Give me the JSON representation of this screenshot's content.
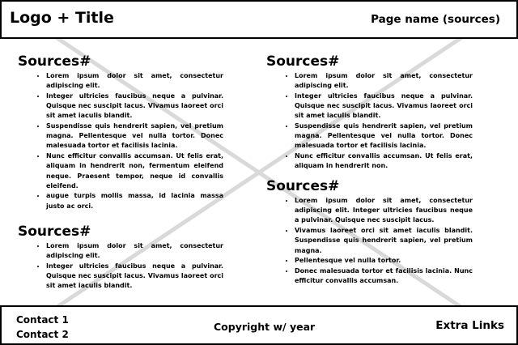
{
  "header": {
    "title": "Logo + Title",
    "page_name": "Page name (sources)"
  },
  "sections": [
    {
      "heading": "Sources#",
      "items": [
        "Lorem ipsum dolor sit amet, consectetur adipiscing elit.",
        "Integer ultricies faucibus neque a pulvinar. Quisque nec suscipit lacus. Vivamus laoreet orci sit amet iaculis blandit.",
        "Suspendisse quis hendrerit sapien, vel pretium magna. Pellentesque vel nulla tortor. Donec malesuada tortor et facilisis lacinia.",
        "Nunc efficitur convallis accumsan. Ut felis erat, aliquam in hendrerit non, fermentum eleifend neque. Praesent tempor, neque id convallis eleifend.",
        "augue turpis mollis massa, id lacinia massa justo ac orci."
      ]
    },
    {
      "heading": "Sources#",
      "items": [
        "Lorem ipsum dolor sit amet, consectetur adipiscing elit.",
        "Integer ultricies faucibus neque a pulvinar. Quisque nec suscipit lacus. Vivamus laoreet orci sit amet iaculis blandit."
      ]
    },
    {
      "heading": "Sources#",
      "items": [
        "Lorem ipsum dolor sit amet, consectetur adipiscing elit.",
        "Integer ultricies faucibus neque a pulvinar. Quisque nec suscipit lacus. Vivamus laoreet orci sit amet iaculis blandit.",
        "Suspendisse quis hendrerit sapien, vel pretium magna. Pellentesque vel nulla tortor. Donec malesuada tortor et facilisis lacinia.",
        "Nunc efficitur convallis accumsan. Ut felis erat, aliquam in hendrerit non."
      ]
    },
    {
      "heading": "Sources#",
      "items": [
        "Lorem ipsum dolor sit amet, consectetur adipiscing elit. Integer ultricies faucibus neque a pulvinar. Quisque nec suscipit lacus.",
        "Vivamus laoreet orci sit amet iaculis blandit. Suspendisse quis hendrerit sapien, vel pretium magna.",
        "Pellentesque vel nulla tortor.",
        "Donec malesuada tortor et facilisis lacinia. Nunc efficitur convallis accumsan."
      ]
    }
  ],
  "footer": {
    "contact_1": "Contact 1",
    "contact_2": "Contact 2",
    "copyright": "Copyright w/ year",
    "extra_links": "Extra Links"
  },
  "colors": {
    "border": "#000000",
    "placeholder_cross": "#d9d9d9"
  },
  "icons": {
    "background": "image-placeholder-cross"
  }
}
